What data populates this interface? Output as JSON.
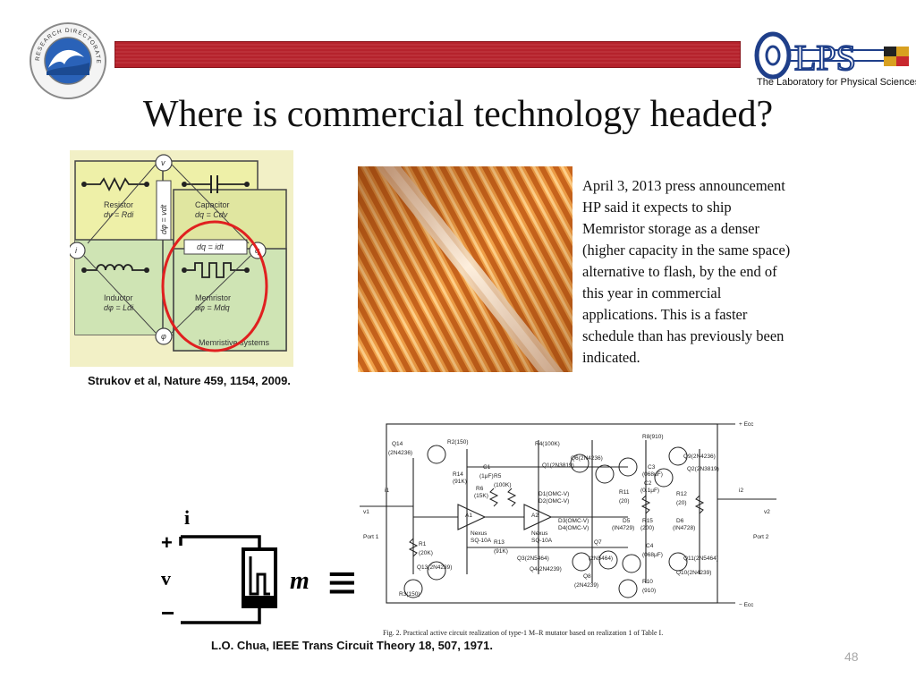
{
  "slide": {
    "title": "Where is commercial technology headed?",
    "page_number": "48",
    "colors": {
      "banner": "#b5222c",
      "diagram_yellow": "#eef0a8",
      "diagram_green": "#cfe4b4",
      "highlight_circle": "#e02020",
      "nanowire": "#d9812e"
    }
  },
  "header": {
    "left_logo": {
      "icon": "research-directorate-seal-icon",
      "ring_text": "RESEARCH DIRECTORATE"
    },
    "right_logo": {
      "icon": "lps-logo-icon",
      "wordmark": "LPS",
      "subtitle": "The Laboratory for Physical Sciences"
    }
  },
  "diagram": {
    "cells": [
      {
        "name": "Resistor",
        "eq": "dv = Rdi"
      },
      {
        "name": "Capacitor",
        "eq": "dq = Cdv"
      },
      {
        "name": "Inductor",
        "eq": "dφ = Ldi"
      },
      {
        "name": "Memristor",
        "eq": "dφ = Mdq"
      }
    ],
    "vertical_eq": "dφ = vdt",
    "horizontal_eq": "dq = idt",
    "nodes": {
      "top": "v",
      "left": "i",
      "right": "q",
      "bottom": "φ"
    },
    "caption": "Memristive systems"
  },
  "citations": {
    "strukov": "Strukov et al, Nature 459, 1154, 2009.",
    "chua": "L.O. Chua, IEEE Trans Circuit Theory 18, 507, 1971."
  },
  "press": {
    "lines": [
      "April 3, 2013 press announcement",
      "HP said it expects to ship",
      "Memristor storage as a denser",
      "(higher capacity in the same space)",
      "alternative to flash, by the end of",
      "this year in commercial",
      "applications. This is a faster",
      "schedule than has previously been",
      "indicated."
    ]
  },
  "symbol": {
    "i": "i",
    "plus": "+",
    "v": "v",
    "minus": "−",
    "m": "m",
    "equiv": "≡"
  },
  "circuit": {
    "caption": "Fig. 2.   Practical active circuit realization of type-1 M–R mutator based on realization 1 of Table I.",
    "labels": {
      "r2": "R2(150)",
      "q14": "Q14",
      "q14p": "(2N4236)",
      "r14": "R14",
      "r14v": "(91K)",
      "c1": "C1",
      "c1v": "(1μF)",
      "r4": "R4(100K)",
      "q6": "Q6(2N4236)",
      "q1": "Q1(2N3819)",
      "r8": "R8(910)",
      "q9": "Q9(2N4236)",
      "c3": "C3",
      "c3v": "(068μF)",
      "q2": "Q2(2N3819)",
      "r5": "R5",
      "r5v": "(100K)",
      "r6": "R6",
      "r6v": "(15K)",
      "d1": "D1(OMC-V)",
      "d2": "D2(OMC-V)",
      "c2": "C2",
      "c2v": "(0.1μF)",
      "r11": "R11",
      "r11v": "(20)",
      "r12": "R12",
      "r12v": "(20)",
      "a1": "A1",
      "a2": "A2",
      "nexus1": "Nexus",
      "sq1": "SQ-10A",
      "nexus2": "Nexus",
      "sq2": "SQ-10A",
      "d3": "D3(OMC-V)",
      "d4": "D4(OMC-V)",
      "d5": "D5",
      "d5v": "(IN4729)",
      "d6": "D6",
      "d6v": "(IN4728)",
      "r15": "R15",
      "r15v": "(200)",
      "ecc_top": "+ Ecc",
      "ecc_bot": "− Ecc",
      "port1": "Port 1",
      "port2": "Port 2",
      "i1": "i1",
      "i2": "i2",
      "v1": "v1",
      "v2": "v2",
      "r1": "R1",
      "r1v": "(20K)",
      "r13": "R13",
      "r13v": "(91K)",
      "q13": "Q13(2N4239)",
      "q3": "Q3(2N5464)",
      "q4": "Q4(2N4239)",
      "q7": "Q7",
      "q7v": "(2N5464)",
      "c4": "C4",
      "c4v": "(068μF)",
      "q8": "Q8",
      "q8v": "(2N4239)",
      "r10": "R10",
      "r10v": "(910)",
      "q11": "Q11(2N5464)",
      "q10": "Q10(2N4239)",
      "r3": "R3(150)"
    }
  }
}
